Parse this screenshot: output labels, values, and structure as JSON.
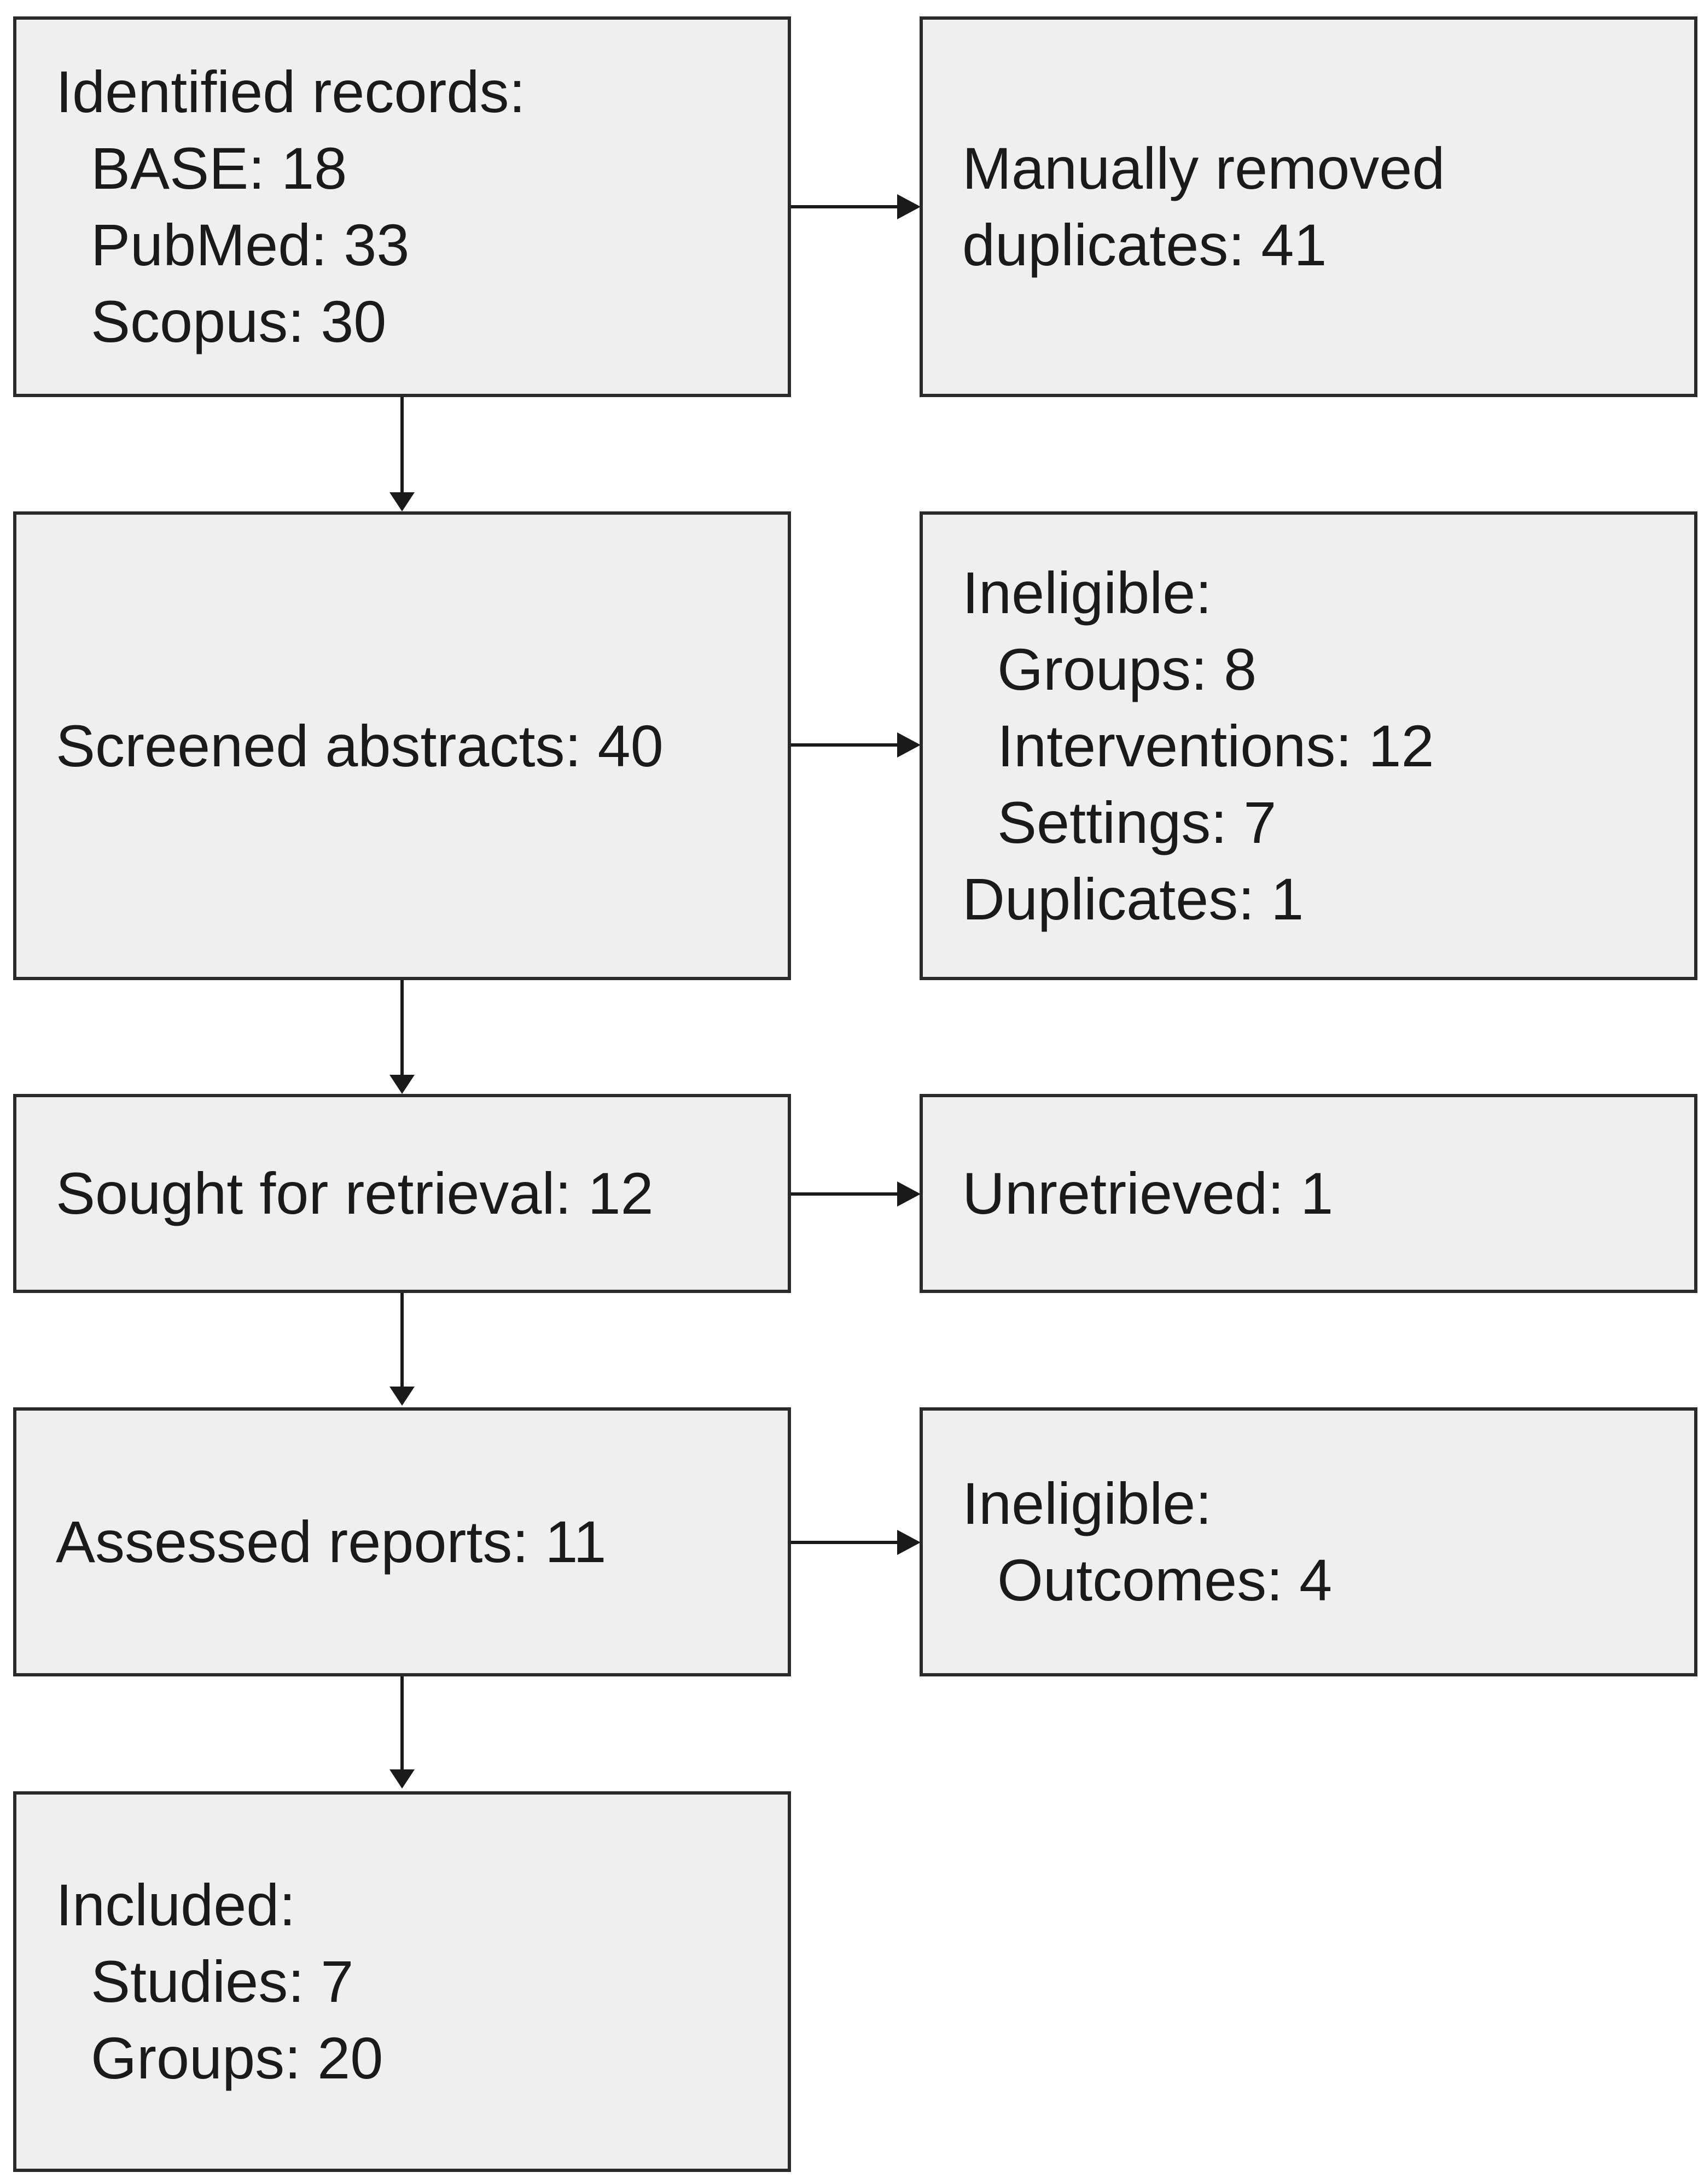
{
  "flow": {
    "identified": {
      "title": "Identified records:",
      "items": [
        "BASE: 18",
        "PubMed: 33",
        "Scopus: 30"
      ]
    },
    "removed_duplicates": {
      "lines": [
        "Manually removed",
        "duplicates: 41"
      ]
    },
    "screened": {
      "text": "Screened abstracts: 40"
    },
    "ineligible_abstracts": {
      "title": "Ineligible:",
      "items": [
        "Groups: 8",
        "Interventions: 12",
        "Settings: 7"
      ],
      "footer": "Duplicates: 1"
    },
    "sought": {
      "text": "Sought for retrieval: 12"
    },
    "unretrieved": {
      "text": "Unretrieved: 1"
    },
    "assessed": {
      "text": "Assessed reports: 11"
    },
    "ineligible_reports": {
      "title": "Ineligible:",
      "items": [
        "Outcomes: 4"
      ]
    },
    "included": {
      "title": "Included:",
      "items": [
        "Studies: 7",
        "Groups: 20"
      ]
    }
  },
  "colors": {
    "box_fill": "#efefef",
    "border": "#2a2a2a",
    "text": "#1a1a1a"
  }
}
